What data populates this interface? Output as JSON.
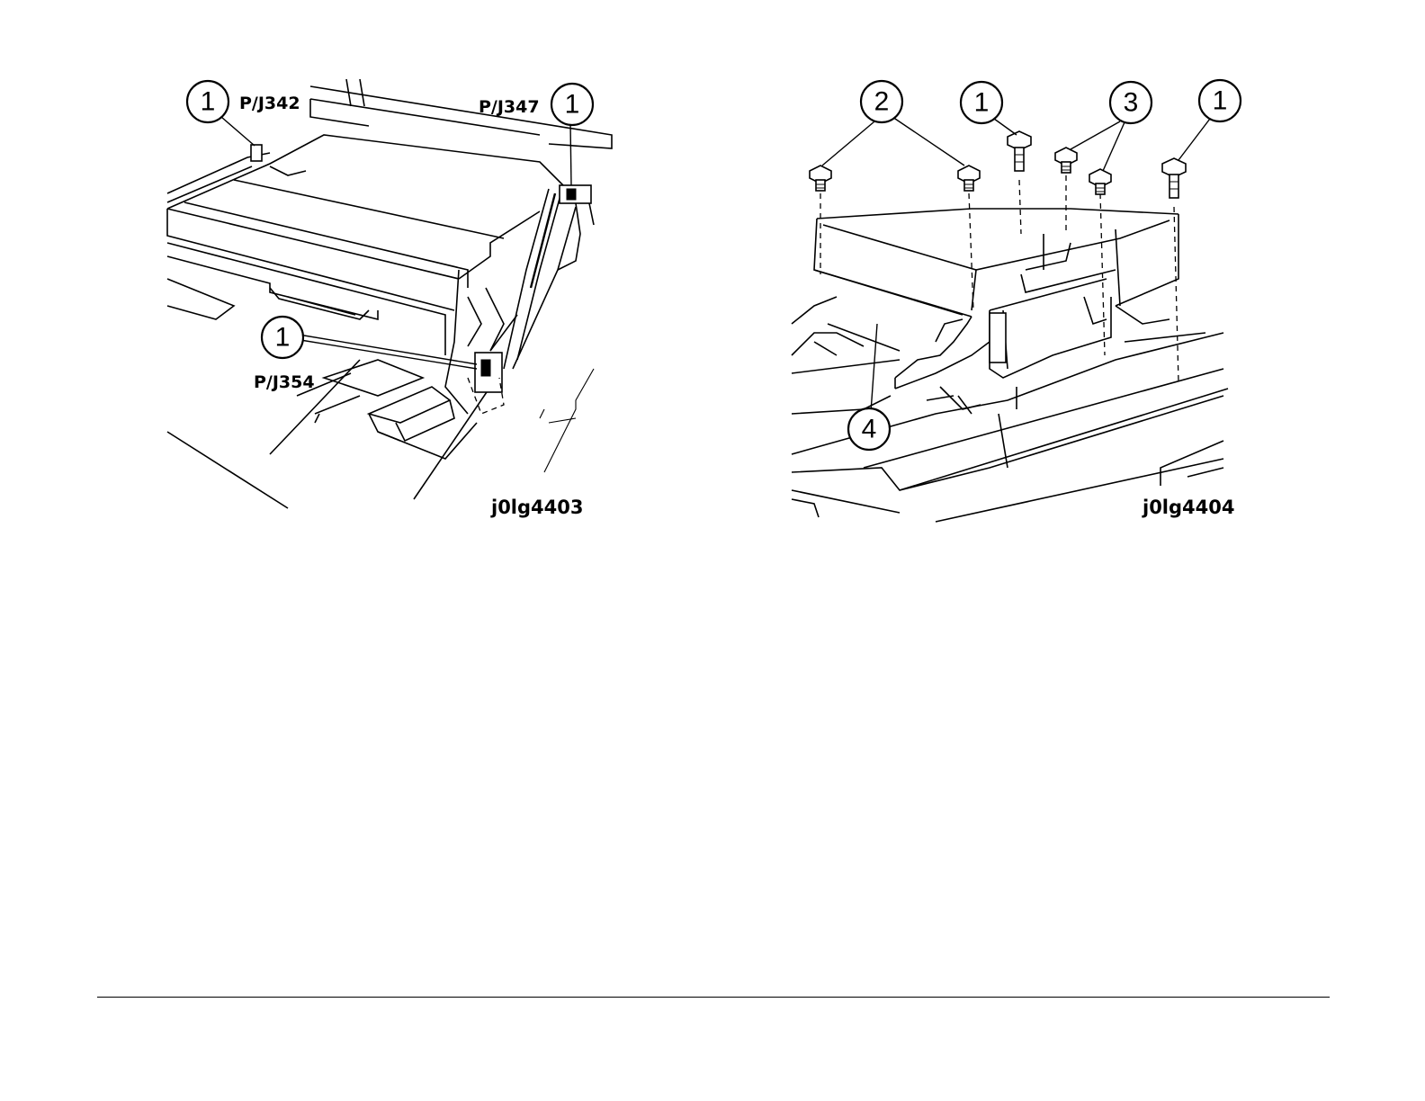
{
  "figure_left": {
    "id_label": "j0lg4403",
    "connectors": [
      {
        "label": "P/J342"
      },
      {
        "label": "P/J347"
      },
      {
        "label": "P/J354"
      }
    ],
    "callouts": [
      {
        "number": "1"
      },
      {
        "number": "1"
      },
      {
        "number": "1"
      }
    ]
  },
  "figure_right": {
    "id_label": "j0lg4404",
    "callouts": [
      {
        "number": "2"
      },
      {
        "number": "1"
      },
      {
        "number": "3"
      },
      {
        "number": "1"
      },
      {
        "number": "4"
      }
    ]
  }
}
